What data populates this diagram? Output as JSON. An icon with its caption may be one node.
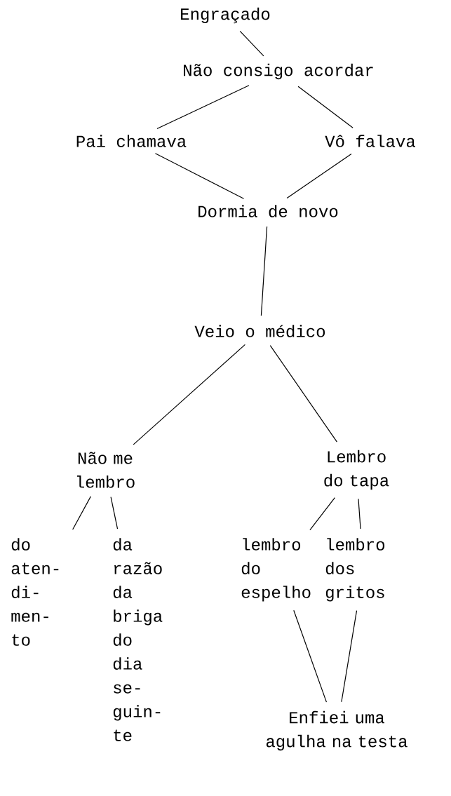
{
  "diagram": {
    "nodes": [
      {
        "text": [
          "Engraçado"
        ]
      },
      {
        "text": [
          "Não consigo acordar"
        ]
      },
      {
        "text": [
          "Pai chamava"
        ]
      },
      {
        "text": [
          "Vô falava"
        ]
      },
      {
        "text": [
          "Dormia de novo"
        ]
      },
      {
        "text": [
          "Veio o médico"
        ]
      },
      {
        "text": [
          "Não me lembro"
        ]
      },
      {
        "text": [
          "Lembro do tapa"
        ]
      },
      {
        "text": [
          "do aten- di- men- to"
        ]
      },
      {
        "text": [
          "da razão da briga do dia se- guin- te"
        ]
      },
      {
        "text": [
          "lembro do espelho"
        ]
      },
      {
        "text": [
          "lembro dos gritos"
        ]
      },
      {
        "text": [
          "Enfiei uma agulha na testa"
        ]
      }
    ],
    "edges": [
      {
        "from": 0,
        "to": 1,
        "arrow": "none"
      },
      {
        "from": 1,
        "to": 2,
        "arrow": "none"
      },
      {
        "from": 1,
        "to": 3,
        "arrow": "none"
      },
      {
        "from": 2,
        "to": 4,
        "arrow": "none"
      },
      {
        "from": 3,
        "to": 4,
        "arrow": "none"
      },
      {
        "from": 4,
        "to": 5,
        "arrow": "none"
      },
      {
        "from": 5,
        "to": 6,
        "arrow": "none"
      },
      {
        "from": 5,
        "to": 7,
        "arrow": "none"
      },
      {
        "from": 6,
        "to": 8,
        "arrow": "none"
      },
      {
        "from": 6,
        "to": 9,
        "arrow": "none"
      },
      {
        "from": 7,
        "to": 10,
        "arrow": "none"
      },
      {
        "from": 7,
        "to": 11,
        "arrow": "none"
      },
      {
        "from": 10,
        "to": 12,
        "arrow": "none"
      },
      {
        "from": 11,
        "to": 12,
        "arrow": "none"
      }
    ]
  }
}
